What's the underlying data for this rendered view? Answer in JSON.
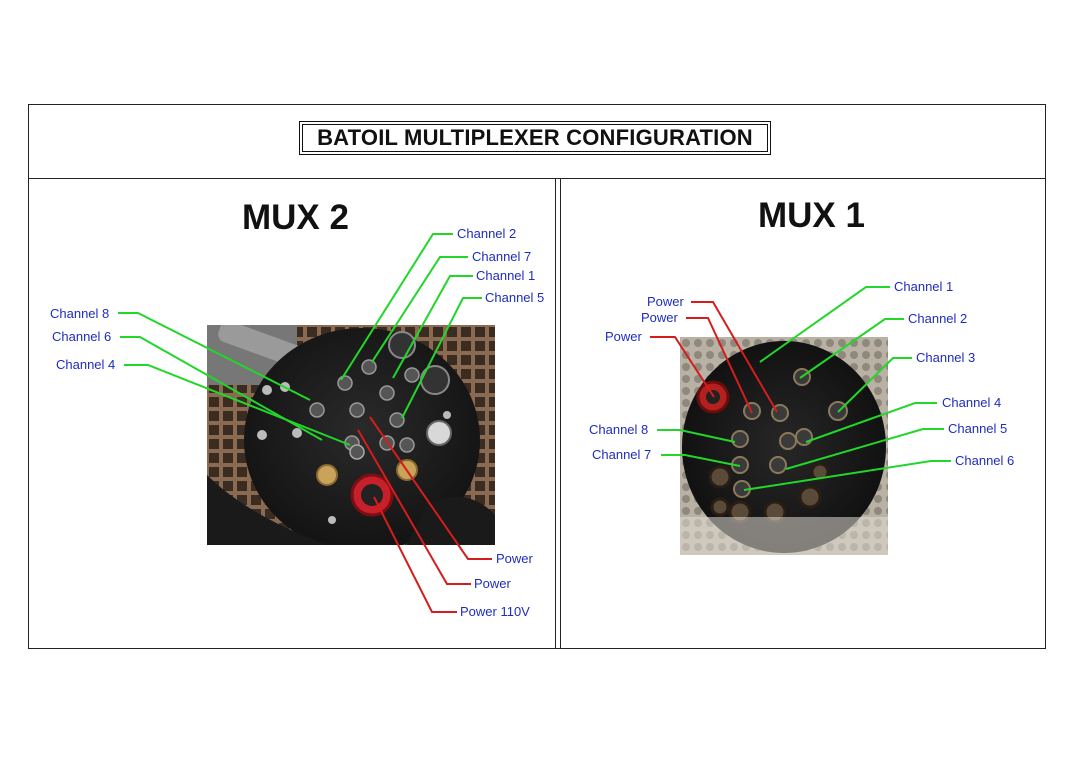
{
  "title": "BATOIL MULTIPLEXER CONFIGURATION",
  "mux2": {
    "title": "MUX 2",
    "labels": {
      "ch2": "Channel 2",
      "ch7": "Channel 7",
      "ch1": "Channel 1",
      "ch5": "Channel 5",
      "ch8": "Channel 8",
      "ch6": "Channel 6",
      "ch4": "Channel 4",
      "power_a": "Power",
      "power_b": "Power",
      "power110": "Power 110V"
    }
  },
  "mux1": {
    "title": "MUX 1",
    "labels": {
      "power_a": "Power",
      "power_b": "Power",
      "power_c": "Power",
      "ch1": "Channel 1",
      "ch2": "Channel 2",
      "ch3": "Channel 3",
      "ch4": "Channel 4",
      "ch5": "Channel 5",
      "ch6": "Channel 6",
      "ch7": "Channel 7",
      "ch8": "Channel 8"
    }
  },
  "colors": {
    "channel_line": "#22d62a",
    "power_line": "#d41d1d",
    "label_text": "#1f2dbf"
  }
}
